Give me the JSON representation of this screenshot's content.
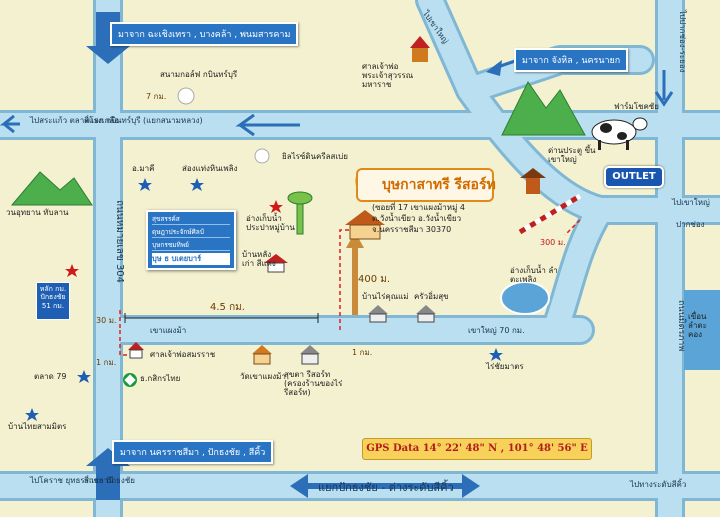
{
  "banners": {
    "top_left": "มาจาก ฉะเชิงเทรา , บางคล้า , พนมสารคาม",
    "top_right": "มาจาก จังหิล , นครนายก",
    "bottom_left": "มาจาก นครราชสีมา , ปักธงชัย , สีคิ้ว"
  },
  "resort": {
    "title": "บุษกาสาทรี รีสอร์ท",
    "address": [
      "(ซอยที่ 17 เขาแผงม้าหมู่ 4",
      "ต.วังน้ำเขียว อ.วังน้ำเขียว",
      "จ.นครราชสีมา 30370"
    ]
  },
  "outlet": "OUTLET",
  "gps": "GPS Data  14° 22' 48\" N , 101° 48' 56\" E",
  "sign": {
    "lines": [
      "สุขสรรค์ส",
      "ดุษฎาประจักษ์ศิลป์",
      "บุษกรชมทิพย์",
      "บุษ ธ บเตยบาร์"
    ]
  },
  "highway_badge": [
    "หลัก กม.",
    "ปักธงชัย",
    "51 กม."
  ],
  "distances": {
    "d45": "4.5 กม.",
    "d400": "400 ม.",
    "d300": "300 ม.",
    "d30": "30 ม.",
    "d1km_a": "1 กม.",
    "d1km_b": "1 กม.",
    "d7km": "7 กม."
  },
  "places": {
    "golf": "สนามกอล์ฟ กบินทร์บุรี",
    "temple": "ศาลเจ้าพ่อ พระเจ้าสุวรรณ มหาราช",
    "farm": "ฟาร์มโชคชัย",
    "gate": "ด่านประตู ขึ้นเขาใหญ่",
    "silo": "ยิลไรซ์ดินครีลสเบ่ย",
    "amata": "อ.มาคี",
    "songkhla": "ส่องแท่งหินเพลิง",
    "water_tower": "อ่างเก็บน้ำ ประปาหมู่บ้าน",
    "ban_kao": "บ้านหลังเก่า สีแดง",
    "ban_pai": "บ้านไร่คุณแม่",
    "krua": "ครัวอิ่มสุข",
    "reservoir": "อ่างเก็บน้ำ ลำตะเพลิง",
    "rai": "ไร่ชัยมาตร",
    "wat": "วัดเขาแผงม้า",
    "sukhwat": "สุขตา รีสอร์ท (ครองร้านของไร่รีสอร์ท)",
    "police": "ศาลเจ้าพ่อสมรราช",
    "bank": "ธ.กสิกรไทย",
    "market": "ตลาด 79",
    "ban_thai": "บ้านไทยสามมิตร",
    "mountain_left": "วนอุทยาน ทับลาน",
    "seat": "เขื่อน ลำตะคอง"
  },
  "roads": {
    "rd304": "ถนนหมายเลข 304",
    "rd_right_v": "ถนนมิตรภาพ",
    "khao_yai_top": "ไปเขาใหญ่",
    "pak_chong_top": "ไปปากช่อง-ระยอง",
    "khao_yai_right": "ไปเขาใหญ่",
    "pak_chong_right": "ปากช่อง",
    "sakaeo": "ไปสระแก้ว ตลาดโรงเกลือ",
    "kabin_junction": "สี่แยก กบินทร์บุรี (แยกสนามหลวง)",
    "kao_pang": "เขาแผงม้า",
    "kao_pang2": "เขาใหญ่ 70 กม.",
    "korat_bottom": "ไปโคราช ยุทธรราชธานี",
    "pakchong_junction": "สี่แยก ปักธงชัย",
    "bottom_arrow": "แยกปักธงชัย - ต่างระดับสีคิ้ว",
    "bottom_right": "ไปทางระดับสีคิ้ว"
  },
  "colors": {
    "land": "#f3f1cf",
    "road": "#b9dff0",
    "road_edge": "#7fb7d4",
    "arrow": "#2c6fb8",
    "banner": "#2a74c4",
    "resort_text": "#d06b00",
    "distance": "#6b3d00"
  }
}
